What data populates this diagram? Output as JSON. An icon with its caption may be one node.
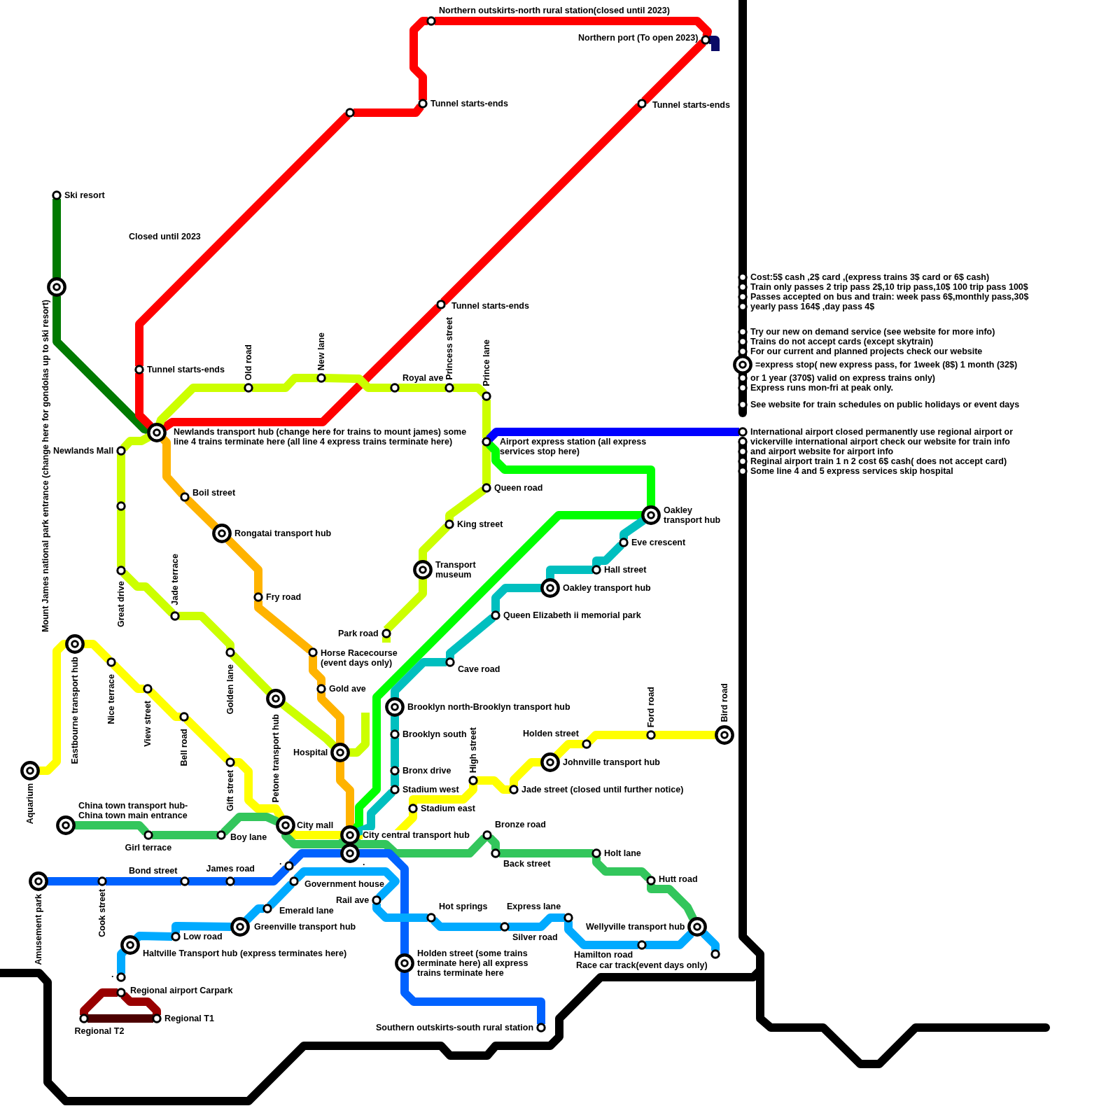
{
  "diagram": {
    "nodes": [
      {
        "text": [],
        "shape": "circle",
        "beside": [
          "Northern outskirts-north rural station(closed until 2023)"
        ]
      },
      {
        "text": [],
        "shape": "circle",
        "beside": [
          "Northern port (To open 2023)"
        ]
      },
      {
        "text": [],
        "shape": "circle",
        "beside": [
          "Tunnel starts-ends"
        ]
      },
      {
        "text": [],
        "shape": "circle",
        "beside": [
          "Tunnel starts-ends"
        ]
      },
      {
        "text": [],
        "shape": "circle"
      },
      {
        "text": [],
        "shape": "circle",
        "beside": [
          "Ski resort"
        ]
      },
      {
        "text": [],
        "shape": "circle",
        "beside": [
          "Mount James national park entrance (change here for gondolas up to ski resort)"
        ]
      },
      {
        "text": [],
        "shape": "circle",
        "beside": [
          "Tunnel starts-ends"
        ]
      },
      {
        "text": [],
        "shape": "circle",
        "beside": [
          "Tunnel starts-ends"
        ]
      },
      {
        "text": [],
        "shape": "circle",
        "beside": [
          "Old road"
        ]
      },
      {
        "text": [],
        "shape": "circle",
        "beside": [
          "New lane"
        ]
      },
      {
        "text": [],
        "shape": "circle",
        "beside": [
          "Royal ave"
        ]
      },
      {
        "text": [],
        "shape": "circle",
        "beside": [
          "Princess street"
        ]
      },
      {
        "text": [],
        "shape": "circle",
        "beside": [
          "Prince lane"
        ]
      },
      {
        "text": [],
        "shape": "circle",
        "beside": [
          "Newlands transport hub (change here for trains to mount james) some line 4 trains terminate here (all line 4 express trains terminate here)"
        ]
      },
      {
        "text": [],
        "shape": "circle",
        "beside": [
          "Airport express station (all express services stop here)"
        ]
      },
      {
        "text": [],
        "shape": "circle",
        "beside": [
          "Newlands Mall"
        ]
      },
      {
        "text": [],
        "shape": "circle",
        "beside": [
          "Queen road"
        ]
      },
      {
        "text": [],
        "shape": "circle",
        "beside": [
          "Boil street"
        ]
      },
      {
        "text": [],
        "shape": "circle"
      },
      {
        "text": [],
        "shape": "circle",
        "beside": [
          "Oakley transport hub"
        ]
      },
      {
        "text": [],
        "shape": "circle",
        "beside": [
          "King street"
        ]
      },
      {
        "text": [],
        "shape": "circle",
        "beside": [
          "Rongatai transport hub"
        ]
      },
      {
        "text": [],
        "shape": "circle",
        "beside": [
          "Eve crescent"
        ]
      },
      {
        "text": [],
        "shape": "circle",
        "beside": [
          "Great drive"
        ]
      },
      {
        "text": [],
        "shape": "circle",
        "beside": [
          "Transport museum"
        ]
      },
      {
        "text": [],
        "shape": "circle",
        "beside": [
          "Hall street"
        ]
      },
      {
        "text": [],
        "shape": "circle",
        "beside": [
          "Oakley transport hub"
        ]
      },
      {
        "text": [],
        "shape": "circle",
        "beside": [
          "Fry road"
        ]
      },
      {
        "text": [],
        "shape": "circle",
        "beside": [
          "Jade terrace"
        ]
      },
      {
        "text": [],
        "shape": "circle",
        "beside": [
          "Queen Elizabeth ii memorial park"
        ]
      },
      {
        "text": [],
        "shape": "circle",
        "beside": [
          "Park road"
        ]
      },
      {
        "text": [],
        "shape": "circle",
        "beside": [
          "Eastbourne transport hub"
        ]
      },
      {
        "text": [],
        "shape": "circle",
        "beside": [
          "Golden lane"
        ]
      },
      {
        "text": [],
        "shape": "circle",
        "beside": [
          "Horse Racecourse (event days only)"
        ]
      },
      {
        "text": [],
        "shape": "circle",
        "beside": [
          "Nice terrace"
        ]
      },
      {
        "text": [],
        "shape": "circle",
        "beside": [
          "Cave road"
        ]
      },
      {
        "text": [],
        "shape": "circle",
        "beside": [
          "Brooklyn north-Brooklyn transport hub"
        ]
      },
      {
        "text": [],
        "shape": "circle",
        "beside": [
          "View street"
        ]
      },
      {
        "text": [],
        "shape": "circle",
        "beside": [
          "Gold ave"
        ]
      },
      {
        "text": [],
        "shape": "circle",
        "beside": [
          "Petone transport hub"
        ]
      },
      {
        "text": [],
        "shape": "circle",
        "beside": [
          "Bell road"
        ]
      },
      {
        "text": [],
        "shape": "circle",
        "beside": [
          "Brooklyn south"
        ]
      },
      {
        "text": [],
        "shape": "circle",
        "beside": [
          "Ford road"
        ]
      },
      {
        "text": [],
        "shape": "circle",
        "beside": [
          "Bird road"
        ]
      },
      {
        "text": [],
        "shape": "circle",
        "beside": [
          "Holden street"
        ]
      },
      {
        "text": [],
        "shape": "circle",
        "beside": [
          "Hospital"
        ]
      },
      {
        "text": [],
        "shape": "circle",
        "beside": [
          "Gift street"
        ]
      },
      {
        "text": [],
        "shape": "circle",
        "beside": [
          "Johnville transport hub"
        ]
      },
      {
        "text": [],
        "shape": "circle",
        "beside": [
          "Aquarium"
        ]
      },
      {
        "text": [],
        "shape": "circle",
        "beside": [
          "Bronx drive"
        ]
      },
      {
        "text": [],
        "shape": "circle",
        "beside": [
          "High street"
        ]
      },
      {
        "text": [],
        "shape": "circle",
        "beside": [
          "Stadium west"
        ]
      },
      {
        "text": [],
        "shape": "circle",
        "beside": [
          "Jade street (closed until further notice)"
        ]
      },
      {
        "text": [],
        "shape": "circle",
        "beside": [
          "Stadium east"
        ]
      },
      {
        "text": [],
        "shape": "circle",
        "beside": [
          "China town transport hub-China town main entrance"
        ]
      },
      {
        "text": [],
        "shape": "circle",
        "beside": [
          "City mall"
        ]
      },
      {
        "text": [],
        "shape": "circle",
        "beside": [
          "Girl terrace"
        ]
      },
      {
        "text": [],
        "shape": "circle",
        "beside": [
          "Boy lane"
        ]
      },
      {
        "text": [],
        "shape": "circle",
        "beside": [
          "City central transport hub"
        ]
      },
      {
        "text": [],
        "shape": "circle",
        "beside": [
          "Bronze road"
        ]
      },
      {
        "text": [],
        "shape": "circle",
        "beside": [
          "."
        ]
      },
      {
        "text": [],
        "shape": "circle",
        "beside": [
          "Back street"
        ]
      },
      {
        "text": [],
        "shape": "circle",
        "beside": [
          "Holt lane"
        ]
      },
      {
        "text": [],
        "shape": "circle",
        "beside": [
          "."
        ]
      },
      {
        "text": [],
        "shape": "circle",
        "beside": [
          "Amusement park"
        ]
      },
      {
        "text": [],
        "shape": "circle",
        "beside": [
          "Cook street"
        ]
      },
      {
        "text": [],
        "shape": "circle",
        "beside": [
          "Bond street"
        ]
      },
      {
        "text": [],
        "shape": "circle",
        "beside": [
          "James road"
        ]
      },
      {
        "text": [],
        "shape": "circle",
        "beside": [
          "Government house"
        ]
      },
      {
        "text": [],
        "shape": "circle",
        "beside": [
          "Hutt road"
        ]
      },
      {
        "text": [],
        "shape": "circle",
        "beside": [
          "Rail ave"
        ]
      },
      {
        "text": [],
        "shape": "circle",
        "beside": [
          "Emerald lane"
        ]
      },
      {
        "text": [],
        "shape": "circle",
        "beside": [
          "Hot springs"
        ]
      },
      {
        "text": [],
        "shape": "circle",
        "beside": [
          "Express lane"
        ]
      },
      {
        "text": [],
        "shape": "circle",
        "beside": [
          "Greenville transport hub"
        ]
      },
      {
        "text": [],
        "shape": "circle",
        "beside": [
          "Silver road"
        ]
      },
      {
        "text": [],
        "shape": "circle",
        "beside": [
          "Wellyville transport hub"
        ]
      },
      {
        "text": [],
        "shape": "circle",
        "beside": [
          "Low road"
        ]
      },
      {
        "text": [],
        "shape": "circle",
        "beside": [
          "Haltville Transport hub (express terminates here)"
        ]
      },
      {
        "text": [],
        "shape": "circle",
        "beside": [
          "Hamilton road"
        ]
      },
      {
        "text": [],
        "shape": "circle",
        "beside": [
          "Race car track(event days only)"
        ]
      },
      {
        "text": [],
        "shape": "circle",
        "beside": [
          "Holden street (some trains terminate here) all express trains terminate here"
        ]
      },
      {
        "text": [],
        "shape": "circle",
        "beside": [
          "."
        ]
      },
      {
        "text": [],
        "shape": "circle",
        "beside": [
          "Regional airport Carpark"
        ]
      },
      {
        "text": [],
        "shape": "circle",
        "beside": [
          "Regional T2"
        ]
      },
      {
        "text": [],
        "shape": "circle",
        "beside": [
          "Regional T1"
        ]
      },
      {
        "text": [],
        "shape": "circle",
        "beside": [
          "Southern outskirts-south rural station"
        ]
      },
      {
        "text": [],
        "shape": "circle",
        "beside": [
          "International airport closed permanently use regional airport or"
        ]
      }
    ],
    "edges": [
      {
        "from": 5,
        "to": 6,
        "arrow": "none",
        "color": "#007a00"
      },
      {
        "from": 6,
        "to": 14,
        "arrow": "none",
        "color": "#007a00"
      },
      {
        "from": 14,
        "to": 8,
        "arrow": "none",
        "color": "#ff0000"
      },
      {
        "from": 8,
        "to": 4,
        "arrow": "none",
        "color": "#ff0000",
        "label": "Closed until 2023"
      },
      {
        "from": 4,
        "to": 2,
        "arrow": "none",
        "color": "#ff0000"
      },
      {
        "from": 2,
        "to": 0,
        "arrow": "none",
        "color": "#ff0000"
      },
      {
        "from": 0,
        "to": 1,
        "arrow": "none",
        "color": "#ff0000"
      },
      {
        "from": 1,
        "to": 3,
        "arrow": "none",
        "color": "#ff0000"
      },
      {
        "from": 3,
        "to": 7,
        "arrow": "none",
        "color": "#ff0000"
      },
      {
        "from": 7,
        "to": 14,
        "arrow": "none",
        "color": "#ff0000"
      },
      {
        "from": 1,
        "to": null,
        "arrow": "none",
        "color": "#0a0a66"
      },
      {
        "from": 13,
        "to": 12,
        "arrow": "none",
        "color": "#ccff00"
      },
      {
        "from": 12,
        "to": 11,
        "arrow": "none",
        "color": "#ccff00"
      },
      {
        "from": 11,
        "to": 10,
        "arrow": "none",
        "color": "#ccff00"
      },
      {
        "from": 10,
        "to": 9,
        "arrow": "none",
        "color": "#ccff00"
      },
      {
        "from": 9,
        "to": 14,
        "arrow": "none",
        "color": "#ccff00"
      },
      {
        "from": 14,
        "to": 16,
        "arrow": "none",
        "color": "#ccff00"
      },
      {
        "from": 16,
        "to": 19,
        "arrow": "none",
        "color": "#ccff00"
      },
      {
        "from": 19,
        "to": 24,
        "arrow": "none",
        "color": "#ccff00"
      },
      {
        "from": 24,
        "to": 29,
        "arrow": "none",
        "color": "#ccff00"
      },
      {
        "from": 29,
        "to": 33,
        "arrow": "none",
        "color": "#ccff00"
      },
      {
        "from": 33,
        "to": 40,
        "arrow": "none",
        "color": "#ccff00"
      },
      {
        "from": 40,
        "to": 46,
        "arrow": "none",
        "color": "#ccff00"
      },
      {
        "from": 46,
        "to": null,
        "arrow": "none",
        "color": "#ccff00"
      },
      {
        "from": 13,
        "to": 15,
        "arrow": "none",
        "color": "#ccff00"
      },
      {
        "from": 15,
        "to": 17,
        "arrow": "none",
        "color": "#ccff00"
      },
      {
        "from": 17,
        "to": 21,
        "arrow": "none",
        "color": "#ccff00"
      },
      {
        "from": 21,
        "to": 25,
        "arrow": "none",
        "color": "#ccff00"
      },
      {
        "from": 25,
        "to": 31,
        "arrow": "none",
        "color": "#ccff00"
      },
      {
        "from": 31,
        "to": null,
        "arrow": "none",
        "color": "#ccff00"
      },
      {
        "from": 14,
        "to": 18,
        "arrow": "none",
        "color": "#ffb300"
      },
      {
        "from": 18,
        "to": 22,
        "arrow": "none",
        "color": "#ffb300"
      },
      {
        "from": 22,
        "to": 28,
        "arrow": "none",
        "color": "#ffb300"
      },
      {
        "from": 28,
        "to": 34,
        "arrow": "none",
        "color": "#ffb300"
      },
      {
        "from": 34,
        "to": 39,
        "arrow": "none",
        "color": "#ffb300"
      },
      {
        "from": 39,
        "to": 46,
        "arrow": "none",
        "color": "#ffb300"
      },
      {
        "from": 46,
        "to": 59,
        "arrow": "none",
        "color": "#ffb300"
      },
      {
        "from": 49,
        "to": 32,
        "arrow": "none",
        "color": "#ffff00"
      },
      {
        "from": 32,
        "to": 35,
        "arrow": "none",
        "color": "#ffff00"
      },
      {
        "from": 35,
        "to": 38,
        "arrow": "none",
        "color": "#ffff00"
      },
      {
        "from": 38,
        "to": 41,
        "arrow": "none",
        "color": "#ffff00"
      },
      {
        "from": 41,
        "to": 47,
        "arrow": "none",
        "color": "#ffff00"
      },
      {
        "from": 47,
        "to": 56,
        "arrow": "none",
        "color": "#ffff00"
      },
      {
        "from": 56,
        "to": 59,
        "arrow": "none",
        "color": "#ffff00"
      },
      {
        "from": 59,
        "to": 54,
        "arrow": "none",
        "color": "#ffff00"
      },
      {
        "from": 54,
        "to": 51,
        "arrow": "none",
        "color": "#ffff00"
      },
      {
        "from": 51,
        "to": 53,
        "arrow": "none",
        "color": "#ffff00"
      },
      {
        "from": 53,
        "to": 48,
        "arrow": "none",
        "color": "#ffff00"
      },
      {
        "from": 48,
        "to": 45,
        "arrow": "none",
        "color": "#ffff00"
      },
      {
        "from": 45,
        "to": 43,
        "arrow": "none",
        "color": "#ffff00"
      },
      {
        "from": 43,
        "to": 44,
        "arrow": "none",
        "color": "#ffff00"
      },
      {
        "from": 15,
        "to": 20,
        "arrow": "none",
        "color": "#00ff00"
      },
      {
        "from": 20,
        "to": 59,
        "arrow": "none",
        "color": "#00ff00"
      },
      {
        "from": 20,
        "to": 23,
        "arrow": "none",
        "color": "#00bfbf"
      },
      {
        "from": 23,
        "to": 26,
        "arrow": "none",
        "color": "#00bfbf"
      },
      {
        "from": 26,
        "to": 27,
        "arrow": "none",
        "color": "#00bfbf"
      },
      {
        "from": 27,
        "to": 30,
        "arrow": "none",
        "color": "#00bfbf"
      },
      {
        "from": 30,
        "to": 36,
        "arrow": "none",
        "color": "#00bfbf"
      },
      {
        "from": 36,
        "to": 37,
        "arrow": "none",
        "color": "#00bfbf"
      },
      {
        "from": 37,
        "to": 42,
        "arrow": "none",
        "color": "#00bfbf"
      },
      {
        "from": 42,
        "to": 50,
        "arrow": "none",
        "color": "#00bfbf"
      },
      {
        "from": 50,
        "to": 52,
        "arrow": "none",
        "color": "#00bfbf"
      },
      {
        "from": 52,
        "to": 59,
        "arrow": "none",
        "color": "#00bfbf"
      },
      {
        "from": 15,
        "to": 88,
        "arrow": "none",
        "color": "#0000ff"
      },
      {
        "from": 55,
        "to": 57,
        "arrow": "none",
        "color": "#33c65c"
      },
      {
        "from": 57,
        "to": 58,
        "arrow": "none",
        "color": "#33c65c"
      },
      {
        "from": 58,
        "to": 56,
        "arrow": "none",
        "color": "#33c65c"
      },
      {
        "from": 56,
        "to": 59,
        "arrow": "none",
        "color": "#33c65c"
      },
      {
        "from": 59,
        "to": 60,
        "arrow": "none",
        "color": "#33c65c"
      },
      {
        "from": 60,
        "to": 62,
        "arrow": "none",
        "color": "#33c65c"
      },
      {
        "from": 62,
        "to": 63,
        "arrow": "none",
        "color": "#33c65c"
      },
      {
        "from": 63,
        "to": 70,
        "arrow": "none",
        "color": "#33c65c"
      },
      {
        "from": 70,
        "to": 77,
        "arrow": "none",
        "color": "#33c65c"
      },
      {
        "from": 65,
        "to": 66,
        "arrow": "none",
        "color": "#0062ff"
      },
      {
        "from": 66,
        "to": 67,
        "arrow": "none",
        "color": "#0062ff"
      },
      {
        "from": 67,
        "to": 68,
        "arrow": "none",
        "color": "#0062ff"
      },
      {
        "from": 68,
        "to": 64,
        "arrow": "none",
        "color": "#0062ff"
      },
      {
        "from": 64,
        "to": 61,
        "arrow": "none",
        "color": "#0062ff"
      },
      {
        "from": 61,
        "to": 82,
        "arrow": "none",
        "color": "#0062ff"
      },
      {
        "from": 82,
        "to": 87,
        "arrow": "none",
        "color": "#0062ff"
      },
      {
        "from": 83,
        "to": 79,
        "arrow": "none",
        "color": "#00aaff"
      },
      {
        "from": 79,
        "to": 78,
        "arrow": "none",
        "color": "#00aaff"
      },
      {
        "from": 78,
        "to": 75,
        "arrow": "none",
        "color": "#00aaff"
      },
      {
        "from": 75,
        "to": 72,
        "arrow": "none",
        "color": "#00aaff"
      },
      {
        "from": 72,
        "to": 69,
        "arrow": "none",
        "color": "#00aaff"
      },
      {
        "from": 69,
        "to": 71,
        "arrow": "none",
        "color": "#00aaff"
      },
      {
        "from": 71,
        "to": 73,
        "arrow": "none",
        "color": "#00aaff"
      },
      {
        "from": 73,
        "to": 76,
        "arrow": "none",
        "color": "#00aaff"
      },
      {
        "from": 76,
        "to": 74,
        "arrow": "none",
        "color": "#00aaff"
      },
      {
        "from": 74,
        "to": 80,
        "arrow": "none",
        "color": "#00aaff"
      },
      {
        "from": 80,
        "to": 77,
        "arrow": "none",
        "color": "#00aaff"
      },
      {
        "from": 77,
        "to": 81,
        "arrow": "none",
        "color": "#00aaff"
      },
      {
        "from": 85,
        "to": 84,
        "arrow": "none",
        "color": "#990000"
      },
      {
        "from": 84,
        "to": 86,
        "arrow": "none",
        "color": "#990000"
      },
      {
        "from": 85,
        "to": 86,
        "arrow": "none",
        "color": "#4d0000"
      }
    ],
    "labels": [
      "Cost:5$ cash ,2$ card ,(express trains 3$ card or 6$ cash)",
      "Train only passes 2 trip pass 2$,10 trip pass,10$ 100 trip pass 100$",
      "Passes accepted on bus and train: week pass 6$,monthly pass,30$",
      "yearly pass 164$ ,day pass 4$",
      "Try our new on demand service (see website for more info)",
      "Trains do not accept cards (except skytrain)",
      "For our current and planned projects check our website",
      "or 1 year (370$) valid on express trains only)",
      "Express runs mon-fri at peak only.",
      "See website for train schedules on public holidays or event days",
      "vickerville international airport check our website for train info",
      "and airport website for airport info",
      "Reginal airport train 1 n 2 cost 6$ cash( does not accept card)",
      "Some line 4 and 5 express services skip hospital"
    ],
    "legend": [
      {
        "text": "=express stop( new express pass, for 1week (8$) 1 month (32$)"
      }
    ]
  }
}
